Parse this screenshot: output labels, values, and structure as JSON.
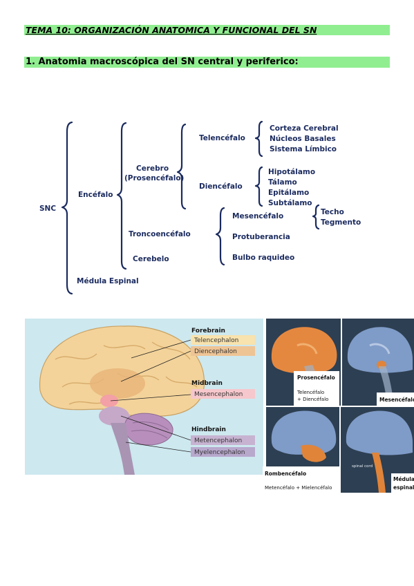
{
  "title": "TEMA 10: ORGANIZACIÓN ANATOMICA Y FUNCIONAL DEL SN",
  "section1": "1. Anatomia macroscópica del SN central y periferico:",
  "diagram": {
    "snc": "SNC",
    "encefalo": "Encéfalo",
    "medula": "Médula Espinal",
    "cerebro": "Cerebro",
    "prosencefalo": "(Prosencéfalo)",
    "troncoencefalo": "Troncoencéfalo",
    "cerebelo": "Cerebelo",
    "telencefalo": "Telencéfalo",
    "diencefalo": "Diencéfalo",
    "corteza": "Corteza Cerebral",
    "nucleos": "Núcleos Basales",
    "limbico": "Sistema Límbico",
    "hipotalamo": "Hipotálamo",
    "talamo": "Tálamo",
    "epitalamo": "Epitálamo",
    "subtalamo": "Subtálamo",
    "mesencefalo": "Mesencéfalo",
    "protuberancia": "Protuberancia",
    "bulbo": "Bulbo raquideo",
    "techo": "Techo",
    "tegmento": "Tegmento"
  },
  "brain_figure": {
    "forebrain": "Forebrain",
    "telencephalon": "Telencephalon",
    "diencephalon": "Diencephalon",
    "midbrain": "Midbrain",
    "mesencephalon": "Mesencephalon",
    "hindbrain": "Hindbrain",
    "metencephalon": "Metencephalon",
    "myelencephalon": "Myelencephalon"
  },
  "panels": {
    "p1_title": "Prosencéfalo",
    "p1_sub1": "Telencéfalo",
    "p1_sub2": "+ Diencéfalo",
    "p2_title": "Mesencéfalo",
    "p3_title": "Rombencéfalo",
    "p3_sub": "Metencéfalo + Mielencéfalo",
    "p4_spinal": "spinal cord",
    "p4_title1": "Médula",
    "p4_title2": "espinal"
  }
}
